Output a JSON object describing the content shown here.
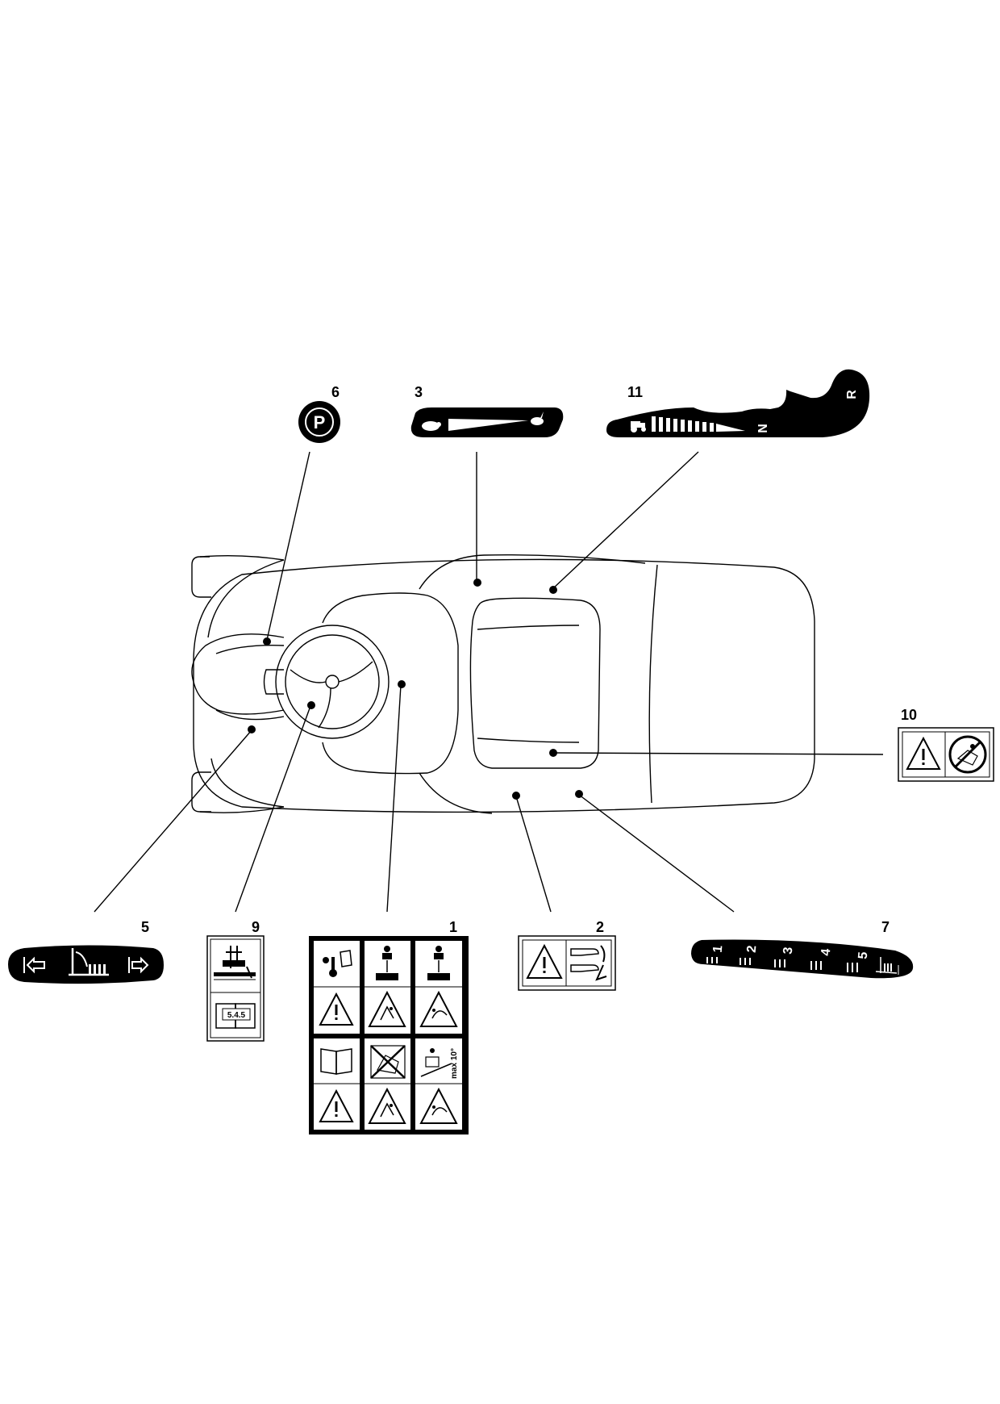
{
  "callouts": {
    "c1": "1",
    "c2": "2",
    "c3": "3",
    "c5": "5",
    "c6": "6",
    "c7": "7",
    "c9": "9",
    "c10": "10",
    "c11": "11"
  },
  "decals": {
    "parking": {
      "letter": "P"
    },
    "gear_selector": {
      "neutral": "N",
      "reverse": "R"
    },
    "height_scale": {
      "steps": [
        "1",
        "2",
        "3",
        "4",
        "5"
      ]
    },
    "manual_ref": {
      "section": "5.4.5"
    },
    "slope_limit": {
      "text": "max 10°"
    }
  }
}
